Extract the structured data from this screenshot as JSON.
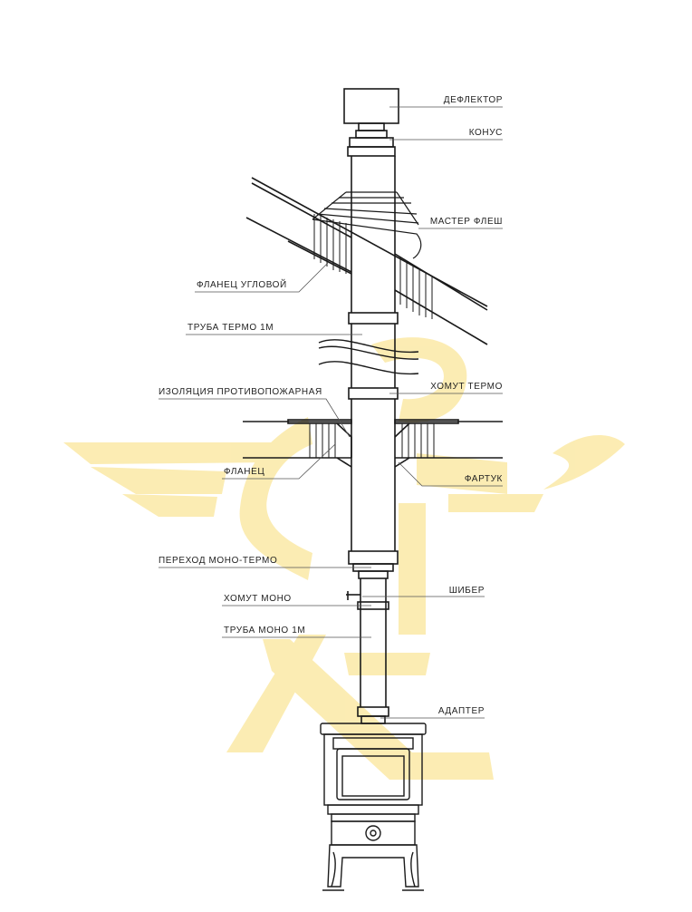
{
  "labels": {
    "deflector": "ДЕФЛЕКТОР",
    "cone": "КОНУС",
    "master_flash": "МАСТЕР ФЛЕШ",
    "corner_flange": "ФЛАНЕЦ УГЛОВОЙ",
    "pipe_thermo": "ТРУБА ТЕРМО 1М",
    "clamp_thermo": "ХОМУТ ТЕРМО",
    "fire_insulation": "ИЗОЛЯЦИЯ ПРОТИВОПОЖАРНАЯ",
    "flange": "ФЛАНЕЦ",
    "apron": "ФАРТУК",
    "mono_thermo_adapter": "ПЕРЕХОД МОНО-ТЕРМО",
    "damper": "ШИБЕР",
    "clamp_mono": "ХОМУТ МОНО",
    "pipe_mono": "ТРУБА МОНО 1М",
    "adapter": "АДАПТЕР"
  },
  "colors": {
    "line": "#1a1a1a",
    "watermark": "#fbe9a6",
    "leader": "#555555"
  }
}
